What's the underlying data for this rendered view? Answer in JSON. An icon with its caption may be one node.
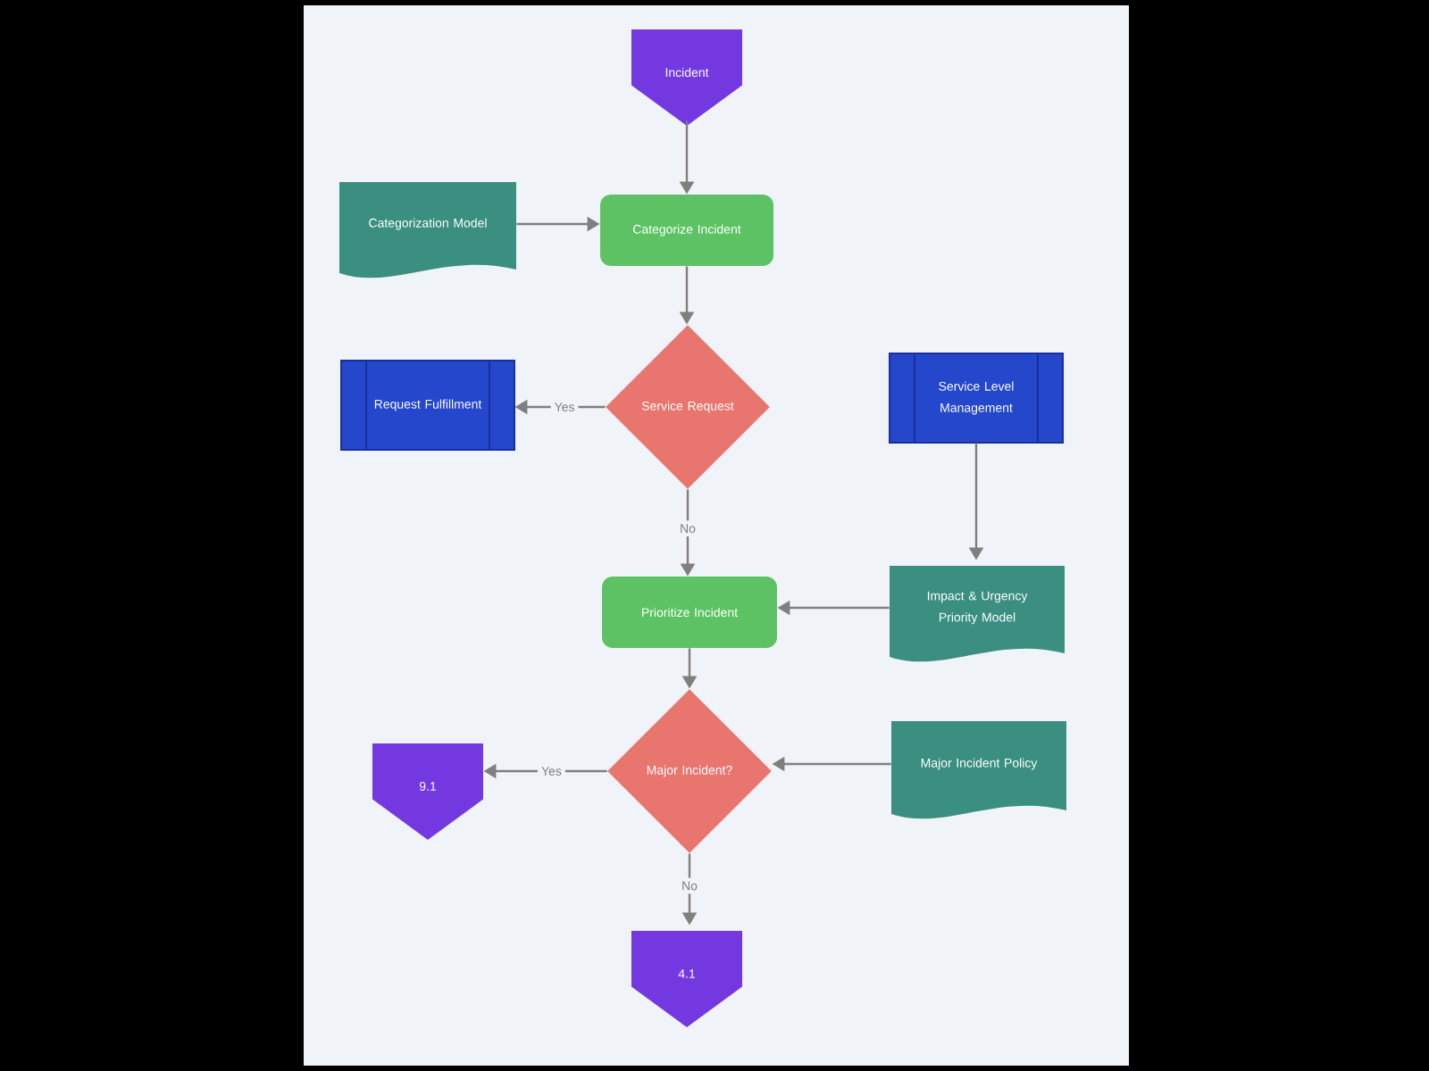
{
  "diagram": {
    "nodes": [
      {
        "text": [
          "Incident"
        ]
      },
      {
        "text": [
          "Categorization Model"
        ]
      },
      {
        "text": [
          "Categorize Incident"
        ]
      },
      {
        "text": [
          "Request Fulfillment"
        ]
      },
      {
        "text": [
          "Service Request"
        ]
      },
      {
        "text": [
          "Service Level Management"
        ]
      },
      {
        "text": [
          "Prioritize Incident"
        ]
      },
      {
        "text": [
          "Impact & Urgency Priority Model"
        ]
      },
      {
        "text": [
          "9.1"
        ]
      },
      {
        "text": [
          "Major Incident?"
        ]
      },
      {
        "text": [
          "Major Incident Policy"
        ]
      },
      {
        "text": [
          "4.1"
        ]
      }
    ],
    "edges": [
      {
        "from": 0,
        "to": 2,
        "arrow": "to"
      },
      {
        "from": 1,
        "to": 2,
        "arrow": "to"
      },
      {
        "from": 2,
        "to": 4,
        "arrow": "to"
      },
      {
        "from": 4,
        "to": 3,
        "arrow": "to",
        "label": "Yes"
      },
      {
        "from": 4,
        "to": 6,
        "arrow": "to",
        "label": "No"
      },
      {
        "from": 5,
        "to": 7,
        "arrow": "to"
      },
      {
        "from": 7,
        "to": 6,
        "arrow": "to"
      },
      {
        "from": 6,
        "to": 9,
        "arrow": "to"
      },
      {
        "from": 9,
        "to": 8,
        "arrow": "to",
        "label": "Yes"
      },
      {
        "from": 10,
        "to": 9,
        "arrow": "to"
      },
      {
        "from": 9,
        "to": 11,
        "arrow": "to",
        "label": "No"
      }
    ]
  }
}
